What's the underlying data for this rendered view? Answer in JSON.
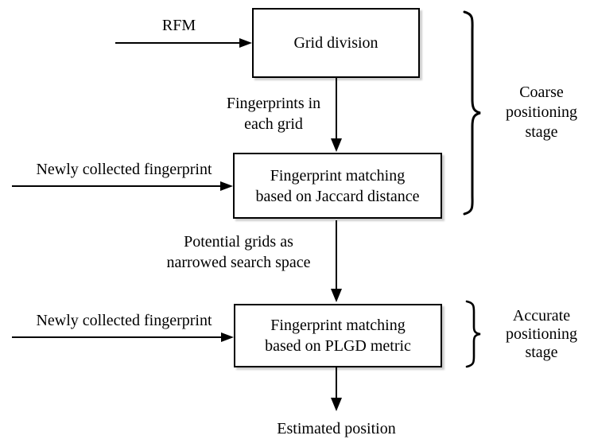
{
  "diagram": {
    "background": "#ffffff",
    "line_color": "#000000",
    "boxes": {
      "grid_division": {
        "label": "Grid division"
      },
      "jaccard": {
        "line1": "Fingerprint matching",
        "line2": "based on Jaccard distance"
      },
      "plgd": {
        "line1": "Fingerprint matching",
        "line2": "based on PLGD metric"
      }
    },
    "labels": {
      "rfm": "RFM",
      "fingerprints_line1": "Fingerprints in",
      "fingerprints_line2": "each grid",
      "newly_collected_top": "Newly collected fingerprint",
      "potential_line1": "Potential grids as",
      "potential_line2": "narrowed search space",
      "newly_collected_bottom": "Newly collected fingerprint",
      "estimated": "Estimated position"
    },
    "stages": {
      "coarse": {
        "line1": "Coarse",
        "line2": "positioning",
        "line3": "stage"
      },
      "accurate": {
        "line1": "Accurate",
        "line2": "positioning",
        "line3": "stage"
      }
    }
  }
}
